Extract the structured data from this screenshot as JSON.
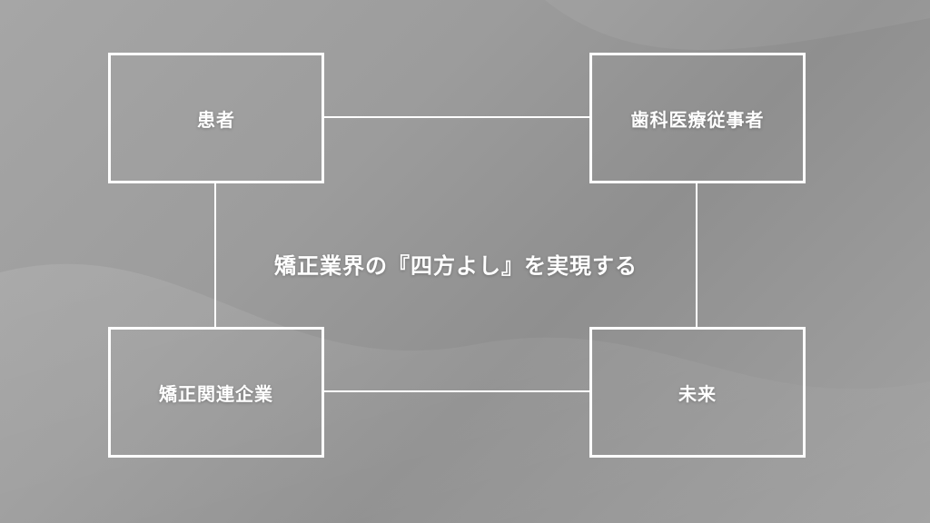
{
  "diagram": {
    "center_text": "矯正業界の『四方よし』を実現する",
    "nodes": {
      "top_left": "患者",
      "top_right": "歯科医療従事者",
      "bottom_left": "矯正関連企業",
      "bottom_right": "未来"
    },
    "colors": {
      "line": "#ffffff",
      "background": "#9e9e9e",
      "text": "#ffffff"
    }
  }
}
